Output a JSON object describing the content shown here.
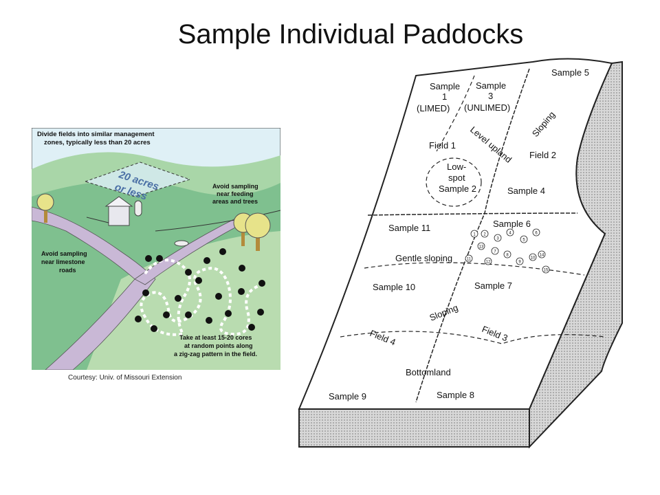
{
  "title": "Sample Individual Paddocks",
  "left_figure": {
    "callout_divide_1": "Divide fields into similar management",
    "callout_divide_2": "zones, typically less than 20 acres",
    "zone_label_1": "20 acres",
    "zone_label_2": "or less",
    "callout_feed_1": "Avoid sampling",
    "callout_feed_2": "near feeding",
    "callout_feed_3": "areas and trees",
    "callout_road_1": "Avoid sampling",
    "callout_road_2": "near limestone",
    "callout_road_3": "roads",
    "callout_cores_1": "Take at least 15-20 cores",
    "callout_cores_2": "at random points along",
    "callout_cores_3": "a zig-zag pattern in the field.",
    "courtesy": "Courtesy: Univ. of Missouri Extension",
    "colors": {
      "sky": "#dff0f6",
      "hill": "#7fc08f",
      "field": "#b9dcb0",
      "road": "#c9b8d6"
    }
  },
  "right_figure": {
    "sample5": "Sample 5",
    "sample1_a": "Sample",
    "sample1_b": "1",
    "sample1_c": "(LIMED)",
    "sample3_a": "Sample",
    "sample3_b": "3",
    "sample3_c": "(UNLIMED)",
    "sloping_top": "Sloping",
    "level_upland": "Level upland",
    "field1": "Field 1",
    "field2": "Field 2",
    "lowspot_a": "Low-",
    "lowspot_b": "spot",
    "lowspot_c": "Sample 2",
    "sample4": "Sample 4",
    "sample11": "Sample 11",
    "sample6": "Sample 6",
    "gentle_sloping": "Gentle sloping",
    "sample10": "Sample 10",
    "sample7": "Sample 7",
    "sloping_mid": "Sloping",
    "field4": "Field 4",
    "field3": "Field 3",
    "bottomland": "Bottomland",
    "sample9": "Sample 9",
    "sample8": "Sample 8",
    "core_numbers": [
      "1",
      "2",
      "3",
      "4",
      "5",
      "6",
      "7",
      "8",
      "9",
      "10",
      "11",
      "12",
      "13",
      "14",
      "15"
    ]
  }
}
